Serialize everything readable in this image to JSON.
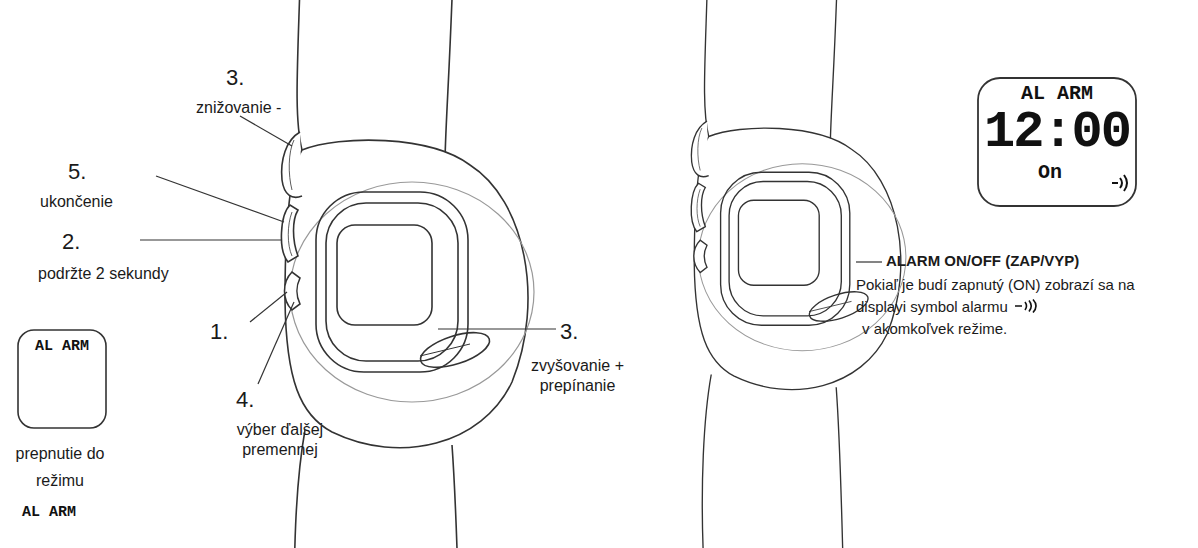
{
  "diagram": {
    "nodes": [
      {
        "text": [
          "AL ARM"
        ]
      },
      {
        "text": [
          "AL ARM",
          "12:00",
          "On"
        ]
      }
    ],
    "labels": [
      "3.",
      "znižovanie -",
      "5.",
      "ukončenie",
      "2.",
      "podržte 2 sekundy",
      "1.",
      "4.",
      "výber ďalšej premennej",
      "3.",
      "zvyšovanie + prepínanie",
      "prepnutie do režimu",
      "AL ARM",
      "ALARM ON/OFF (ZAP/VYP)",
      "Pokiaľ je budí zapnutý (ON) zobrazí sa na displayi symbol alarmu",
      "v akomkoľvek režime."
    ]
  }
}
